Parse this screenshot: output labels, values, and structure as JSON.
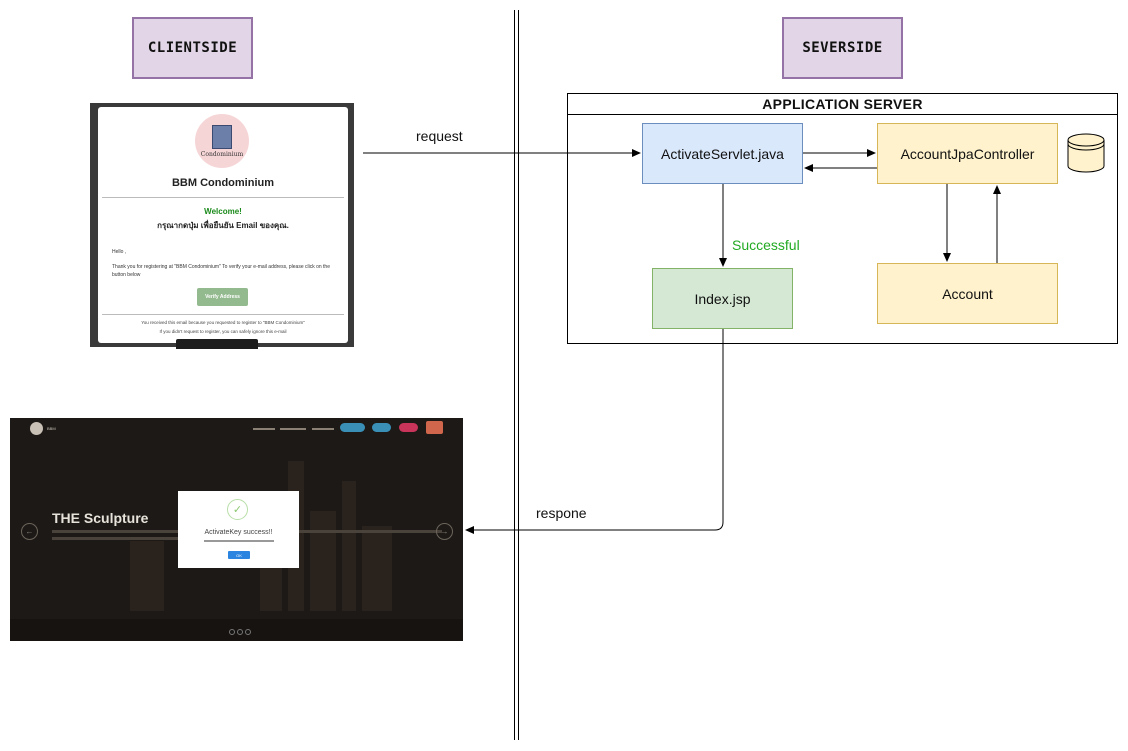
{
  "clientside_label": "CLIENTSIDE",
  "serverside_label": "SEVERSIDE",
  "app_server": {
    "title": "APPLICATION SERVER",
    "activate_servlet": "ActivateServlet.java",
    "account_jpa_controller": "AccountJpaController",
    "index_jsp": "Index.jsp",
    "account": "Account"
  },
  "edges": {
    "request": "request",
    "successful": "Successful",
    "response": "respone"
  },
  "colors": {
    "label_fill": "#e1d5e7",
    "servlet_fill": "#dae8fc",
    "controller_fill": "#fff2cc",
    "index_fill": "#d5e8d4",
    "success_text": "#22aa22"
  },
  "icons": {
    "database": "database-cylinder-icon",
    "success": "check-circle-icon"
  },
  "email": {
    "logo_text": "Condominium",
    "title": "BBM Condominium",
    "welcome": "Welcome!",
    "thai_line": "กรุณากดปุ่ม เพื่อยืนยัน Email ของคุณ.",
    "hello": "Hello ,",
    "body": "Thank you for registering at \"BBM Condominium\" To verify your e-mail address, please click on the button below",
    "button": "Verify Address",
    "footer_1": "You received this email because you requested to register to \"BBM Condominium\"",
    "footer_2": "If you didn't request to register, you can safely ignore this e-mail"
  },
  "web": {
    "brand": "BBM",
    "hero_title": "THE Sculpture",
    "dialog_title": "ActivateKey success!!",
    "dialog_ok": "OK"
  }
}
